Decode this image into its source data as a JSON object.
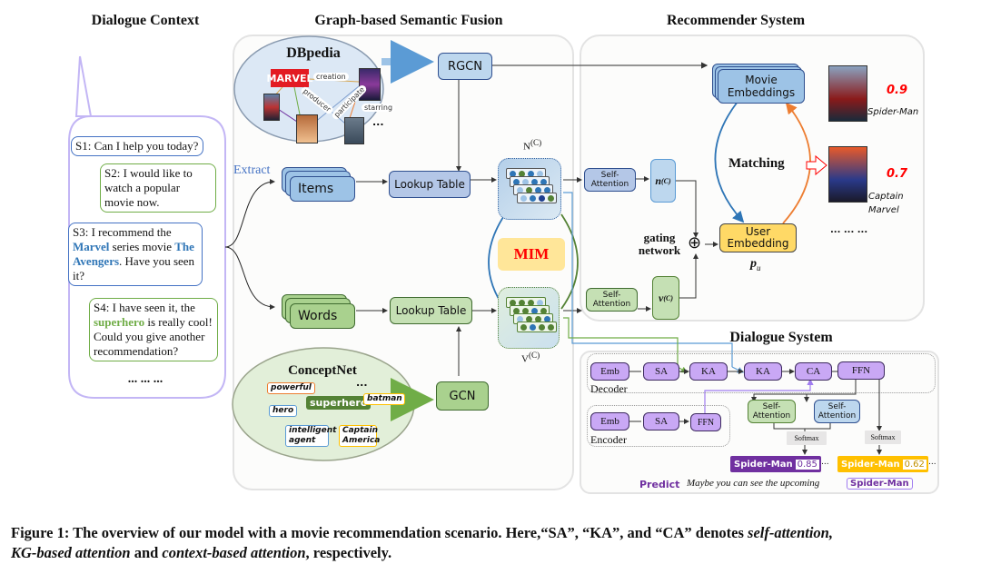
{
  "sections": {
    "dialogue_context": "Dialogue Context",
    "graph_fusion": "Graph-based Semantic Fusion",
    "recommender": "Recommender System",
    "dialogue_system": "Dialogue System"
  },
  "dialogue": {
    "s1": "S1: Can I help you today?",
    "s2": "S2: I would like to watch a popular movie now.",
    "s3_pre": "S3: I recommend the ",
    "s3_kw1": "Marvel",
    "s3_mid": " series movie ",
    "s3_kw2": "The Avengers",
    "s3_post": ". Have you seen it?",
    "s4_pre": "S4: I have seen it, the ",
    "s4_kw": "superhero",
    "s4_post": " is really cool! Could you give another recommendation?",
    "ellipsis": "... ... ..."
  },
  "fusion": {
    "extract": "Extract",
    "items": "Items",
    "words": "Words",
    "lookup_top": "Lookup Table",
    "lookup_bottom": "Lookup Table",
    "rgcn": "RGCN",
    "gcn": "GCN",
    "mim": "MIM",
    "n_label": "N",
    "n_sup": "(C)",
    "v_label": "V",
    "v_sup": "(C)",
    "dbpedia": {
      "title": "DBpedia",
      "marvel": "MARVEL",
      "relations": [
        "creation",
        "producer",
        "participate",
        "starring"
      ],
      "more": "..."
    },
    "conceptnet": {
      "title": "ConceptNet",
      "concepts": [
        "powerful",
        "hero",
        "superhero",
        "batman",
        "intelligent agent",
        "Captain America"
      ],
      "more": "..."
    }
  },
  "recommender": {
    "self_attention_top": "Self-Attention",
    "self_attention_bottom": "Self-Attention",
    "n_vec": "n",
    "v_vec": "v",
    "vec_sup": "(C)",
    "gating": "gating network",
    "plus": "⊕",
    "movie_embeddings": "Movie Embeddings",
    "user_embedding": "User Embedding",
    "pu": "p",
    "pu_sub": "u",
    "matching": "Matching",
    "results": [
      {
        "title": "Spider-Man",
        "score": "0.9"
      },
      {
        "title": "Captain Marvel",
        "score": "0.7"
      }
    ],
    "more": "... ... ..."
  },
  "dialogue_system": {
    "decoder_blocks": [
      "Emb",
      "SA",
      "KA",
      "KA",
      "CA",
      "FFN"
    ],
    "decoder_label": "Decoder",
    "encoder_blocks": [
      "Emb",
      "SA",
      "FFN"
    ],
    "encoder_label": "Encoder",
    "self_attention_green": "Self-Attention",
    "self_attention_blue": "Self-Attention",
    "softmax_left": "Softmax",
    "softmax_right": "Softmax",
    "pred_left": {
      "word": "Spider-Man",
      "score": "0.85",
      "more": "..."
    },
    "pred_right": {
      "word": "Spider-Man",
      "score": "0.62",
      "more": "..."
    },
    "predict_label": "Predict",
    "predict_sentence": "Maybe you can see the upcoming",
    "predict_word": "Spider-Man"
  },
  "colors": {
    "blue": "#4472c4",
    "green": "#70ad47",
    "orange": "#ed7d31",
    "purple": "#7030a0",
    "yellow": "#ffc000",
    "red": "#ff0000"
  },
  "caption": {
    "line1_a": "Figure 1: The overview of our model with a movie recommendation scenario. Here,“SA”, “KA”, and “CA” denotes ",
    "line1_i": "self-attention,",
    "line2_i1": "KG-based attention",
    "line2_a": " and ",
    "line2_i2": "context-based attention",
    "line2_b": ", respectively."
  }
}
